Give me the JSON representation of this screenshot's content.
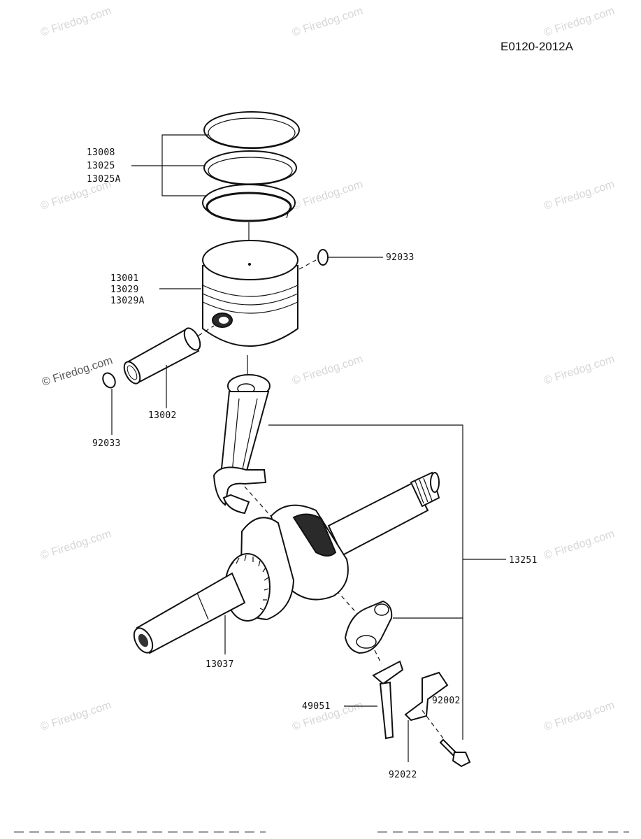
{
  "diagram_ref": "E0120-2012A",
  "watermark": "© Firedog.com",
  "callouts": {
    "rings": [
      "13008",
      "13025",
      "13025A"
    ],
    "piston": [
      "13001",
      "13029",
      "13029A"
    ],
    "clip_right": "92033",
    "pin": "13002",
    "clip_left": "92033",
    "conrod_assy": "13251",
    "crankshaft": "13037",
    "dipper": "49051",
    "bolt": "92002",
    "lock_plate": "92022"
  }
}
